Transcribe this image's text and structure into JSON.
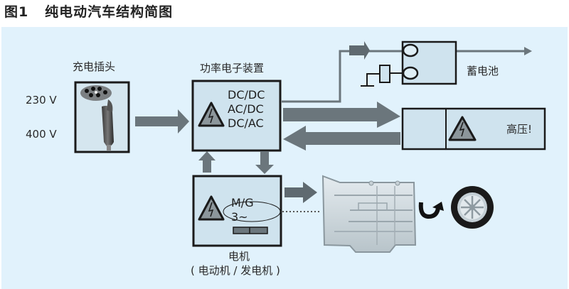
{
  "figure": {
    "number": "图1",
    "title": "纯电动汽车结构简图"
  },
  "colors": {
    "panel_bg": "#e1f2fc",
    "box_fill": "#cfe3ee",
    "box_stroke": "#1a1a1a",
    "arrow_fill": "#6b767c",
    "warning_fill": "#8c969b"
  },
  "charger": {
    "label": "充电插头",
    "voltages": [
      "230 V",
      "400 V"
    ]
  },
  "power_electronics": {
    "label": "功率电子装置",
    "lines": [
      "DC/DC",
      "AC/DC",
      "DC/AC"
    ]
  },
  "battery": {
    "label": "蓄电池"
  },
  "high_voltage": {
    "label": "高压!"
  },
  "motor": {
    "lines": [
      "M/G",
      "3~"
    ],
    "label": "电机",
    "sublabel": "( 电动机 / 发电机 )"
  },
  "transmission": {
    "label": ""
  },
  "wheel": {
    "label": ""
  }
}
